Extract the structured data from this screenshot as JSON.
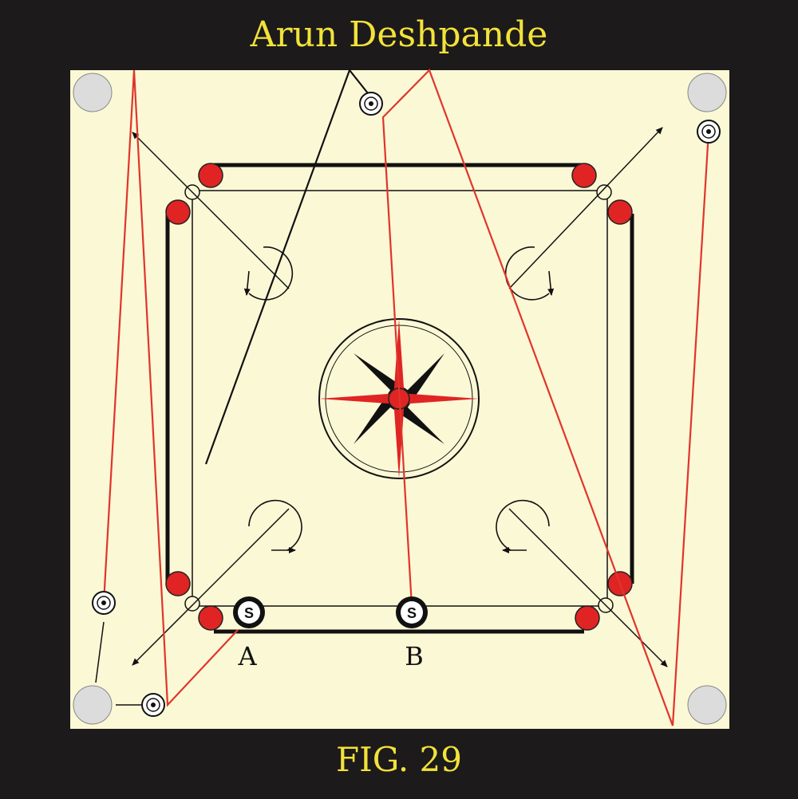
{
  "author": "Arun Deshpande",
  "figure_caption": "FIG. 29",
  "striker_label": "S",
  "position_labels": [
    "A",
    "B"
  ],
  "colors": {
    "frame": "#1c1a1a",
    "board": "#fbf8d6",
    "red_coin": "#e02424",
    "shot_line_red": "#e0352b",
    "shot_line_black": "#111111",
    "pocket": "#dcdcdc",
    "title_text": "#f2e23a"
  },
  "icons": [
    "pocket-icon",
    "striker-icon",
    "target-coin-icon",
    "center-star-icon",
    "rotation-arrow-icon"
  ]
}
